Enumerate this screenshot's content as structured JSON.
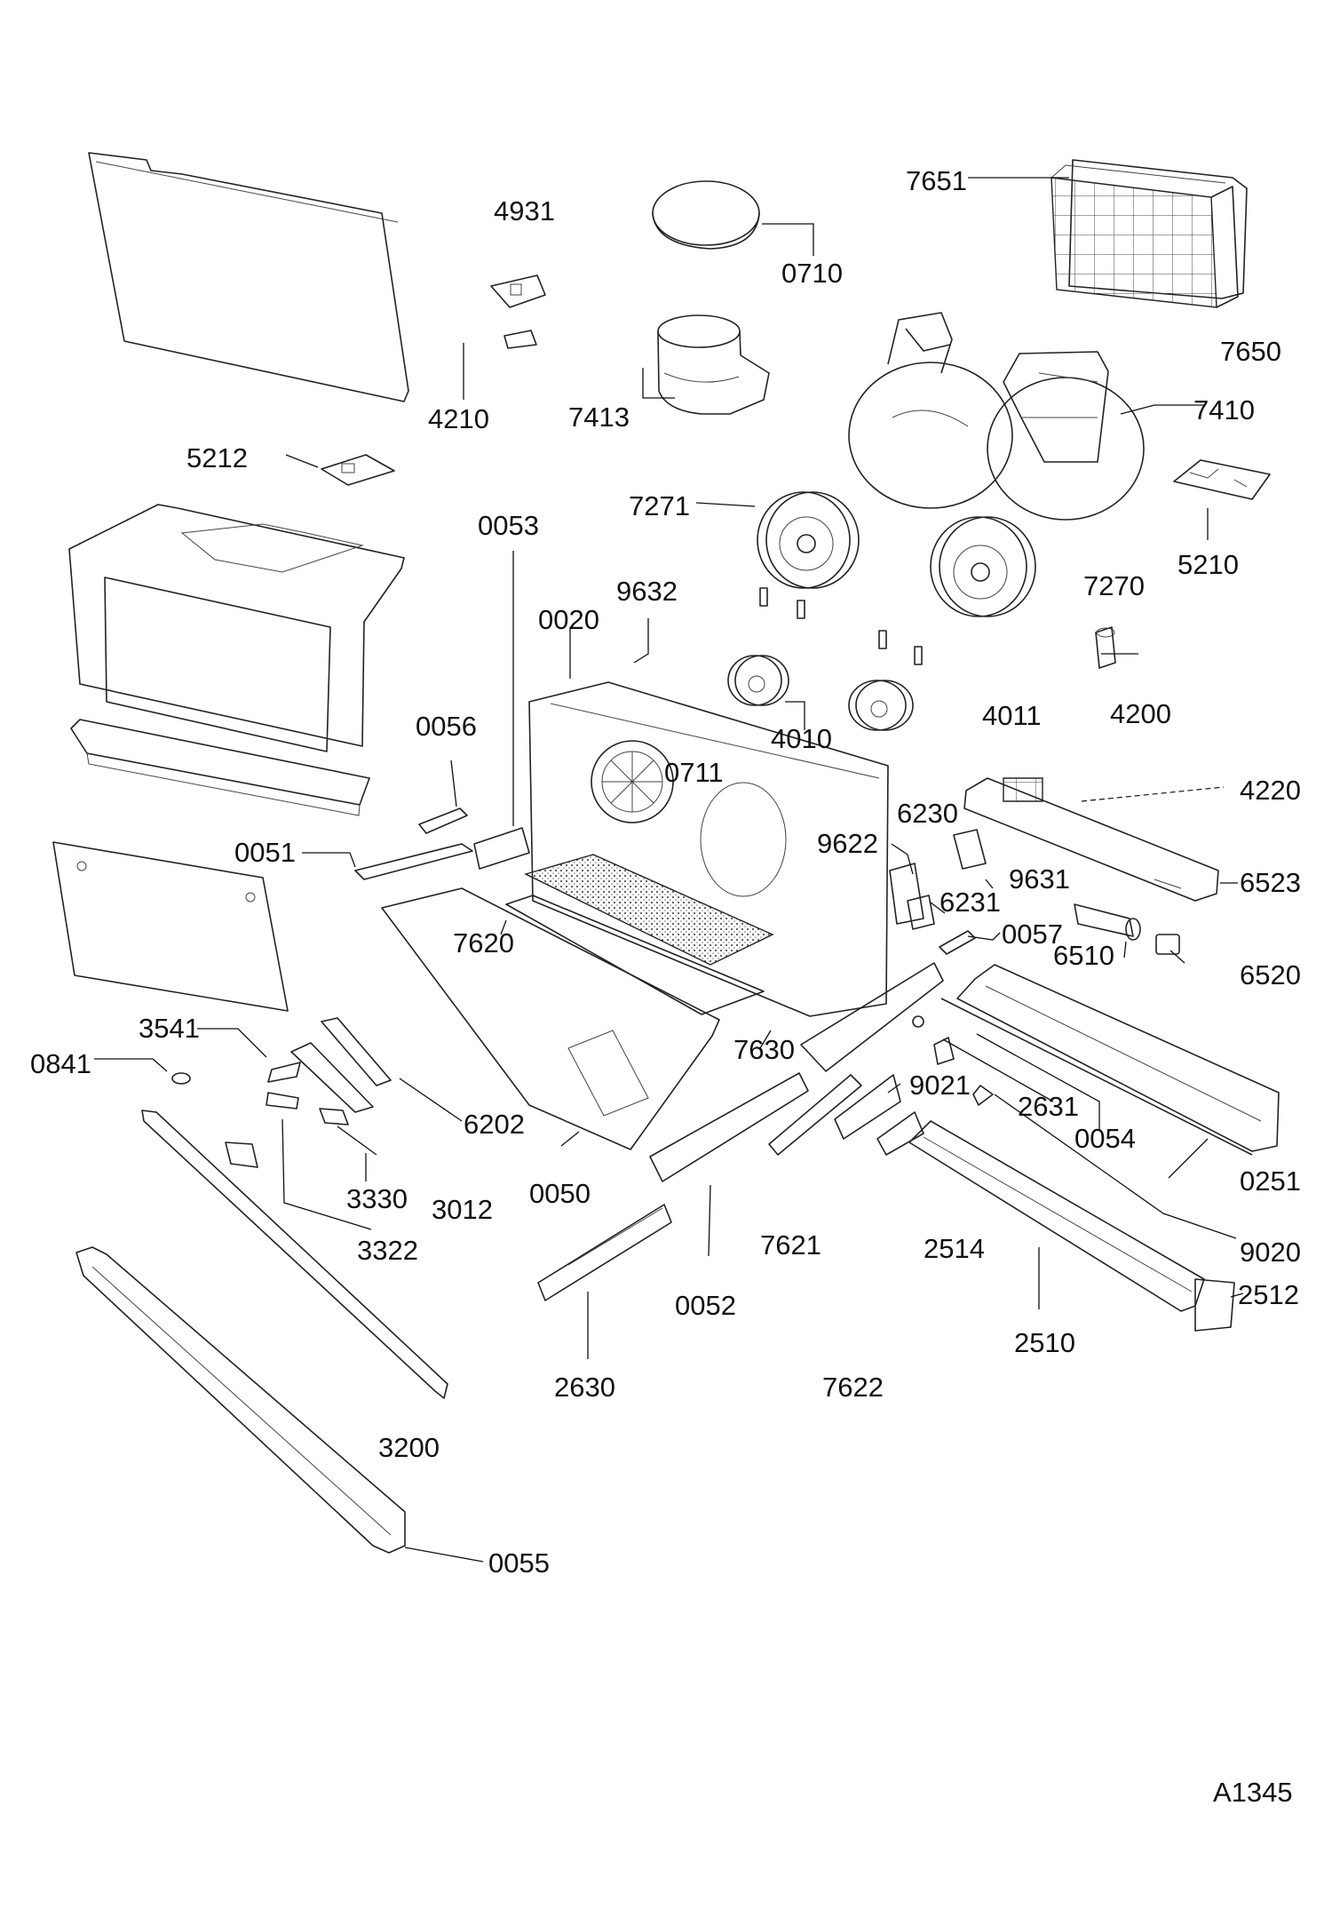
{
  "diagram": {
    "drawing_code": "A1345",
    "part_numbers": [
      "4931",
      "7651",
      "0710",
      "7650",
      "4210",
      "7413",
      "7410",
      "5212",
      "7271",
      "5210",
      "0053",
      "7270",
      "9632",
      "0020",
      "4200",
      "4011",
      "4010",
      "0056",
      "0711",
      "4220",
      "6230",
      "9622",
      "0051",
      "6523",
      "9631",
      "6231",
      "0057",
      "7620",
      "6510",
      "6520",
      "3541",
      "7630",
      "0841",
      "9021",
      "2631",
      "6202",
      "0054",
      "3330",
      "3012",
      "0050",
      "0251",
      "3322",
      "7621",
      "2514",
      "9020",
      "2512",
      "0052",
      "2510",
      "2630",
      "7622",
      "3200",
      "0055"
    ]
  }
}
